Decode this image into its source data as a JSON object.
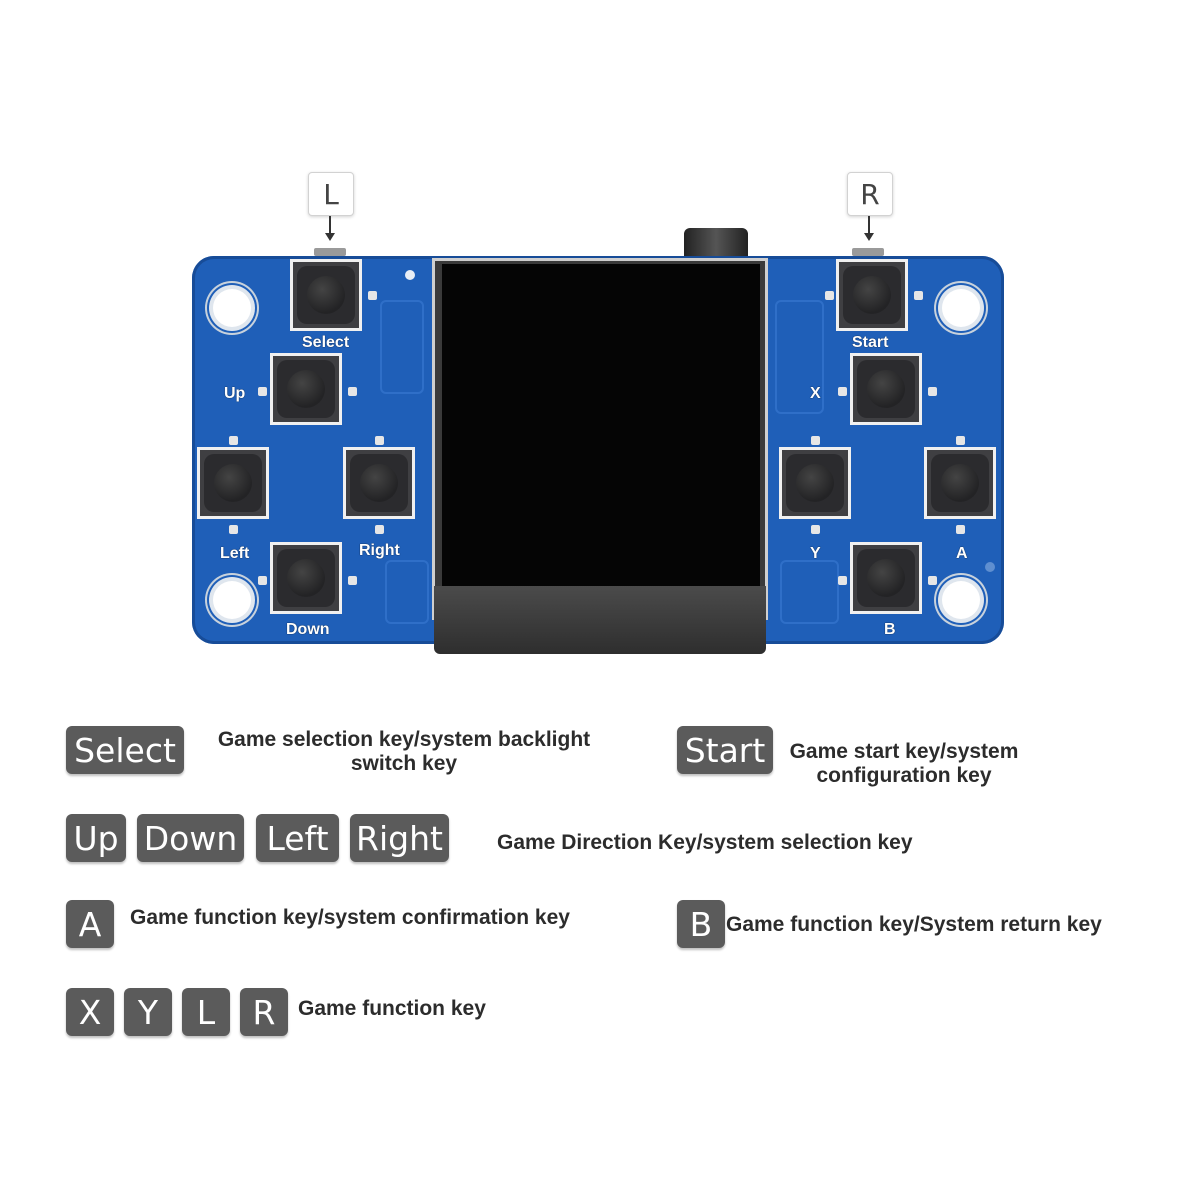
{
  "callouts": {
    "l": "L",
    "r": "R"
  },
  "board_labels": {
    "select": "Select",
    "start": "Start",
    "up": "Up",
    "x": "X",
    "left": "Left",
    "right": "Right",
    "y": "Y",
    "a": "A",
    "down": "Down",
    "b": "B"
  },
  "legend": {
    "select": {
      "key": "Select",
      "desc_line1": "Game selection key/system backlight",
      "desc_line2": "switch key"
    },
    "start": {
      "key": "Start",
      "desc_line1": "Game start key/system",
      "desc_line2": "configuration key"
    },
    "direction": {
      "keys": [
        "Up",
        "Down",
        "Left",
        "Right"
      ],
      "desc": "Game Direction Key/system selection key"
    },
    "a": {
      "key": "A",
      "desc": "Game function key/system confirmation key"
    },
    "b": {
      "key": "B",
      "desc": "Game function key/System return key"
    },
    "function": {
      "keys": [
        "X",
        "Y",
        "L",
        "R"
      ],
      "desc": "Game function key"
    }
  },
  "colors": {
    "board": "#1f5fb8",
    "legend_key": "#5b5b5b",
    "screen": "#050505"
  }
}
